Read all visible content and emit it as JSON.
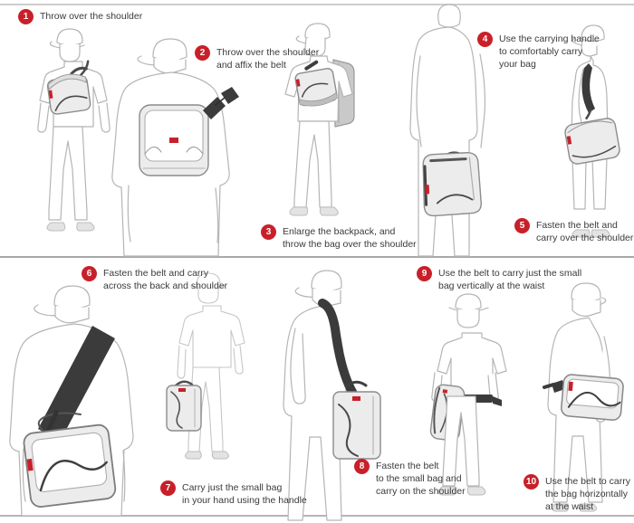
{
  "steps": [
    {
      "number": "1",
      "lines": [
        "Throw over the shoulder"
      ]
    },
    {
      "number": "2",
      "lines": [
        "Throw over the shoulder",
        "and affix the belt"
      ]
    },
    {
      "number": "3",
      "lines": [
        "Enlarge the backpack, and",
        "throw the bag over the shoulder"
      ]
    },
    {
      "number": "4",
      "lines": [
        "Use the carrying handle",
        "to comfortably carry",
        "your bag"
      ]
    },
    {
      "number": "5",
      "lines": [
        "Fasten the belt and",
        "carry over the shoulder"
      ]
    },
    {
      "number": "6",
      "lines": [
        "Fasten the belt and carry",
        "across the back and shoulder"
      ]
    },
    {
      "number": "7",
      "lines": [
        "Carry just the small bag",
        "in your hand using the handle"
      ]
    },
    {
      "number": "8",
      "lines": [
        "Fasten the belt",
        "to the small bag and",
        "carry on the shoulder"
      ]
    },
    {
      "number": "9",
      "lines": [
        "Use the belt to carry just the small",
        "bag vertically at the waist"
      ]
    },
    {
      "number": "10",
      "lines": [
        "Use the belt to carry",
        "the bag horizontally",
        "at the waist"
      ]
    }
  ],
  "colors": {
    "badge_red": "#c8202a",
    "accent_red": "#c8202a",
    "figure_line": "#b5b5b5",
    "strap_dark": "#3b3b3b",
    "bag_fill": "#ececec",
    "divider": "#a8a8a8"
  }
}
